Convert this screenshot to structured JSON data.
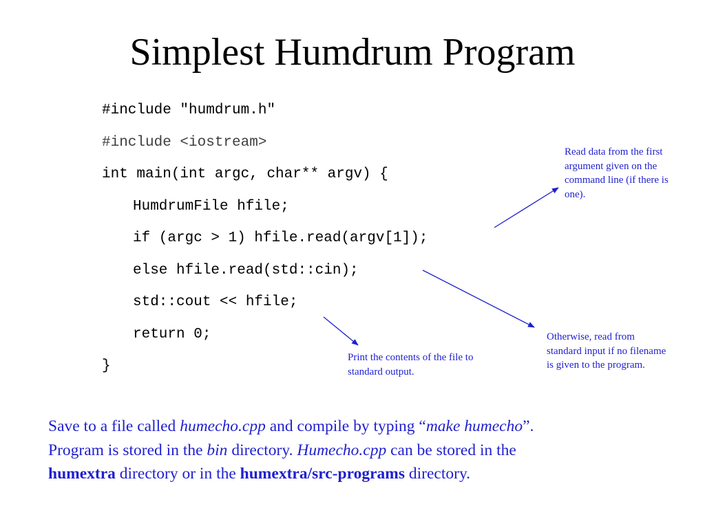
{
  "slide": {
    "title": "Simplest Humdrum Program"
  },
  "code": {
    "lines": [
      "#include \"humdrum.h\"",
      "#include <iostream>",
      "int main(int argc, char** argv) {",
      "HumdrumFile hfile;",
      "if (argc > 1) hfile.read(argv[1]);",
      "else hfile.read(std::cin);",
      "std::cout << hfile;",
      "return 0;",
      "}"
    ]
  },
  "annotations": {
    "read_first_arg": "Read data from the first argument given on the command line (if there is one).",
    "otherwise_stdin": "Otherwise, read from standard input if no filename is given to the program.",
    "print_contents": "Print the contents of the file to standard output."
  },
  "footer": {
    "p1_a": "Save to a file called ",
    "p1_b": "humecho.cpp",
    "p1_c": " and compile by typing “",
    "p1_d": "make humecho",
    "p1_e": "”.",
    "p2_a": "Program is stored in the ",
    "p2_b": "bin",
    "p2_c": " directory.  ",
    "p2_d": "Humecho.cpp",
    "p2_e": " can be stored in the",
    "p3_a": "humextra",
    "p3_b": " directory or in the ",
    "p3_c": "humextra/src-programs",
    "p3_d": " directory."
  },
  "colors": {
    "annotation_blue": "#1f1fd0",
    "text": "#000000",
    "background": "#ffffff"
  }
}
